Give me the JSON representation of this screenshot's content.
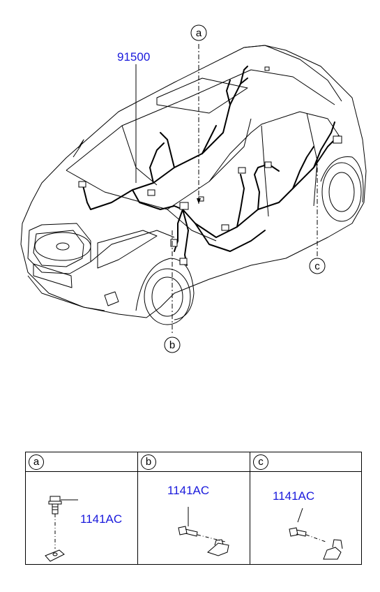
{
  "diagram": {
    "main_part_number": "91500",
    "callouts": [
      "a",
      "b",
      "c"
    ]
  },
  "table": {
    "columns": [
      {
        "id": "a",
        "part_number": "1141AC"
      },
      {
        "id": "b",
        "part_number": "1141AC"
      },
      {
        "id": "c",
        "part_number": "1141AC"
      }
    ]
  },
  "colors": {
    "label_blue": "#1a1adc",
    "line": "#000000"
  }
}
